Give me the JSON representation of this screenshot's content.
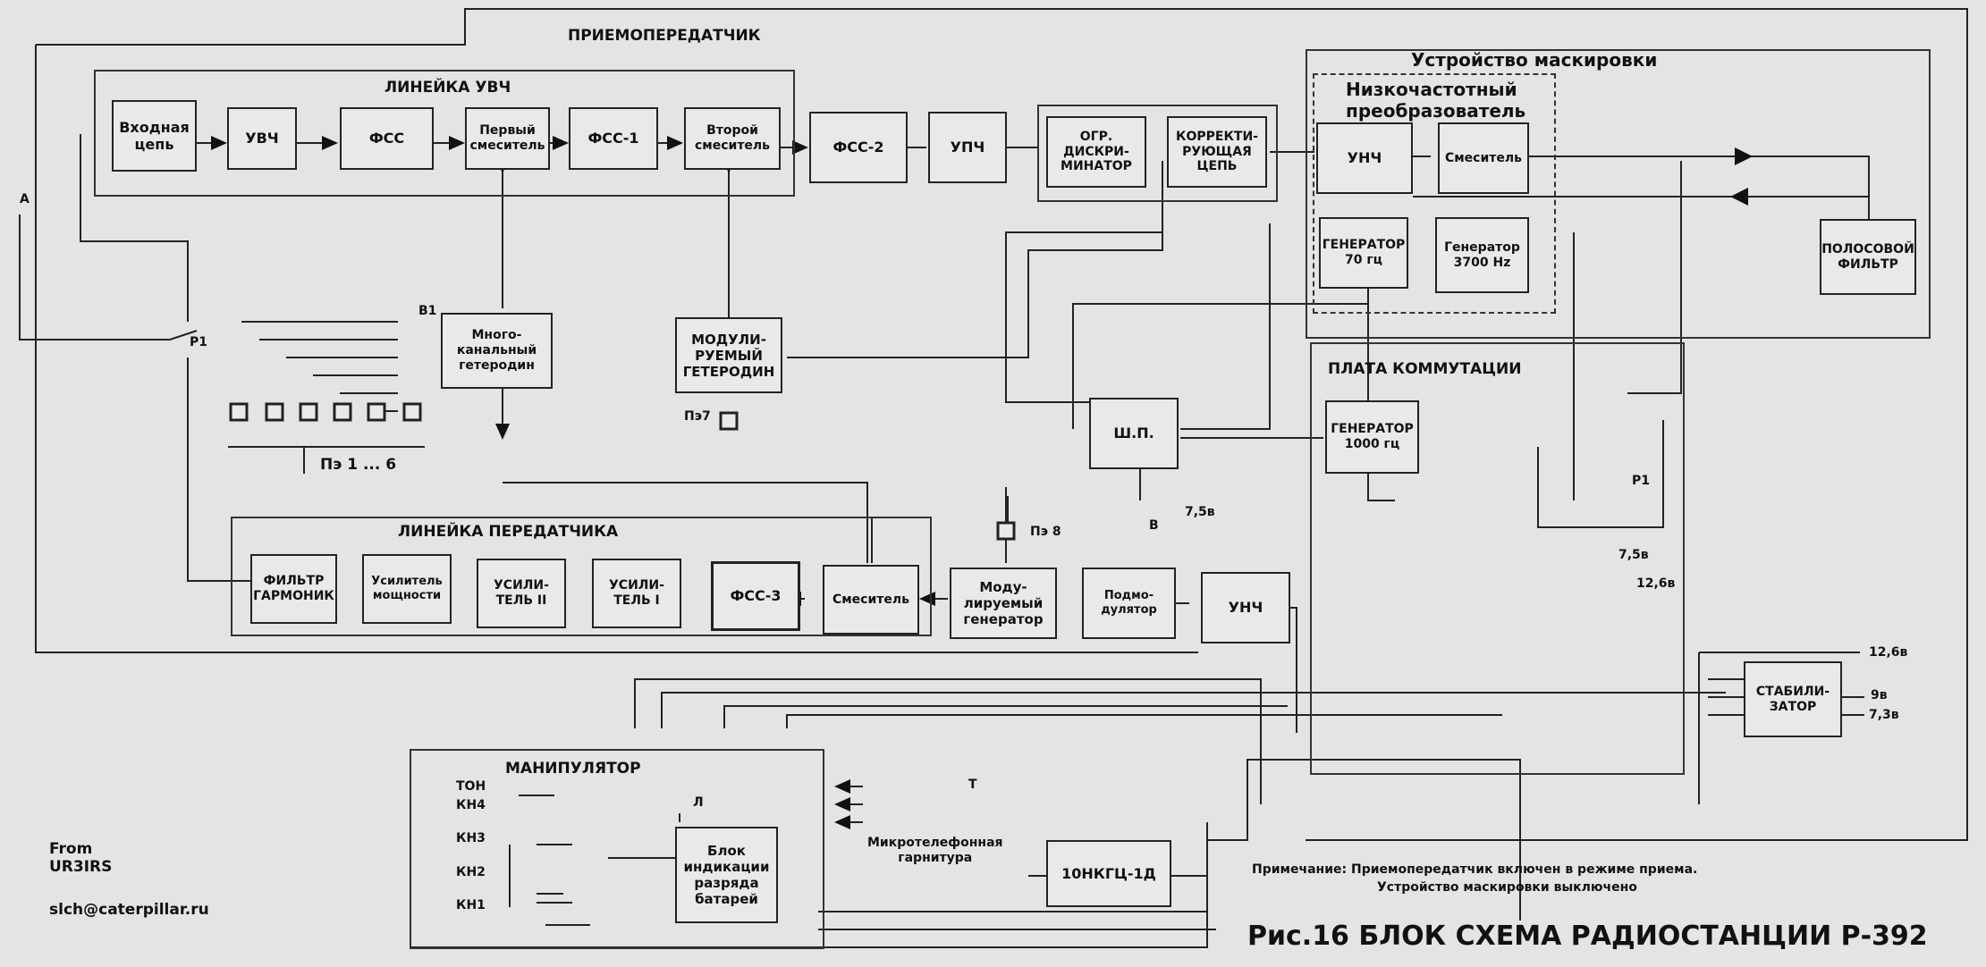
{
  "groups": {
    "transceiver": "ПРИЕМОПЕРЕДАТЧИК",
    "rf_line": "ЛИНЕЙКА УВЧ",
    "masking": "Устройство маскировки",
    "lf_converter": "Низкочастотный\nпреобразователь",
    "switch_board": "ПЛАТА КОММУТАЦИИ",
    "tx_line": "ЛИНЕЙКА  ПЕРЕДАТЧИКА",
    "manipulator": "МАНИПУЛЯТОР"
  },
  "blocks": {
    "input": "Входная\nцепь",
    "uvch": "УВЧ",
    "fss": "ФСС",
    "mixer1": "Первый\nсмеситель",
    "fss1": "ФСС-1",
    "mixer2": "Второй\nсмеситель",
    "fss2": "ФСС-2",
    "upch": "УПЧ",
    "discr": "ОГР.\nДИСКРИ-\nМИНАТОР",
    "corr": "КОРРЕКТИ-\nРУЮЩАЯ\nЦЕПЬ",
    "unch_top": "УНЧ",
    "mixer_lf": "Смеситель",
    "gen70": "ГЕНЕРАТОР\n70 гц",
    "gen3700": "Генератор\n3700 Hz",
    "bandpass": "ПОЛОСОВОЙ\nФИЛЬТР",
    "multichannel": "Много-\nканальный\nгетеродин",
    "modulated_lo": "МОДУЛИ-\nРУЕМЫЙ\nГЕТЕРОДИН",
    "shp": "Ш.П.",
    "gen1000": "ГЕНЕРАТОР\n1000 гц",
    "harm_filter": "ФИЛЬТР\nГАРМОНИК",
    "power_amp": "Усилитель\nмощности",
    "amp2": "УСИЛИ-\nТЕЛЬ II",
    "amp1": "УСИЛИ-\nТЕЛЬ I",
    "fss3": "ФСС-3",
    "mixer_tx": "Смеситель",
    "mod_gen": "Моду-\nлируемый\nгенератор",
    "submod": "Подмо-\nдулятор",
    "unch_tx": "УНЧ",
    "stabilizer": "СТАБИЛИ-\nЗАТОР",
    "battery_ind": "Блок\nиндикации\nразряда\nбатарей",
    "battery": "10НКГЦ-1Д"
  },
  "labels": {
    "antenna": "А",
    "p1": "Р1",
    "b1": "В1",
    "pe1_6": "Пэ 1  ...  6",
    "pe7": "Пэ7",
    "pe8": "Пэ 8",
    "v_7_5": "7,5в",
    "b_sw": "В",
    "v_7_5b": "7,5в",
    "v_12_6": "12,6в",
    "out_12_6": "12,6в",
    "out_9": "9в",
    "out_7_3": "7,3в",
    "p1b": "Р1",
    "ton": "ТОН",
    "kn4": "КН4",
    "kn3": "КН3",
    "kn2": "КН2",
    "kn1": "КН1",
    "l": "Л",
    "t": "Т",
    "headset": "Микротелефонная\nгарнитура"
  },
  "footer": {
    "from": "From\nUR3IRS",
    "email": "slch@caterpillar.ru",
    "note1": "Примечание:  Приемопередатчик включен в режиме приема.",
    "note2": "Устройство маскировки выключено",
    "caption": "Рис.16  БЛОК СХЕМА РАДИОСТАНЦИИ Р-392"
  }
}
